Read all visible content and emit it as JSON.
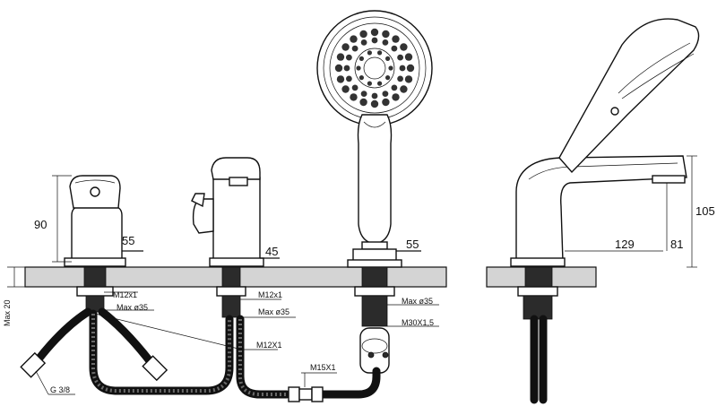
{
  "dimensions": {
    "height_90": "90",
    "width_55_left": "55",
    "width_45": "45",
    "width_55_shower": "55",
    "height_105": "105",
    "projection_129": "129",
    "height_81": "81",
    "max_20": "Max 20"
  },
  "thread_labels": {
    "left_m12": "M12x1",
    "left_max35": "Max ø35",
    "center_m12": "M12x1",
    "center_max35": "Max ø35",
    "hose_m12": "M12X1",
    "shower_max35": "Max ø35",
    "shower_m30": "M30X1,5",
    "hose_m15": "M15X1",
    "connection_g38": "G 3/8"
  }
}
